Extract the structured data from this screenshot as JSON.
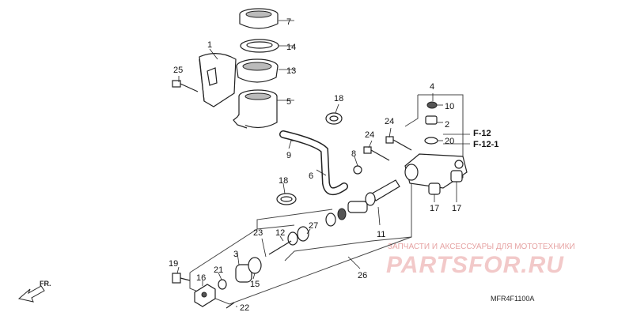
{
  "callouts": {
    "c1": "1",
    "c2": "2",
    "c3": "3",
    "c4": "4",
    "c5": "5",
    "c6": "6",
    "c7": "7",
    "c8": "8",
    "c9": "9",
    "c10": "10",
    "c11": "11",
    "c12": "12",
    "c13": "13",
    "c14": "14",
    "c15": "15",
    "c16": "16",
    "c17a": "17",
    "c17b": "17",
    "c18a": "18",
    "c18b": "18",
    "c19": "19",
    "c20": "20",
    "c21": "21",
    "c22": "22",
    "c23": "23",
    "c24a": "24",
    "c24b": "24",
    "c25": "25",
    "c26": "26",
    "c27": "27"
  },
  "references": {
    "f12": "F-12",
    "f121": "F-12-1"
  },
  "direction": {
    "label": "FR."
  },
  "diagram_code": "MFR4F1100A",
  "watermark": {
    "subtitle": "ЗАПЧАСТИ И АКСЕССУАРЫ ДЛЯ МОТОТЕХНИКИ",
    "brand": "PARTSFOR.RU"
  }
}
